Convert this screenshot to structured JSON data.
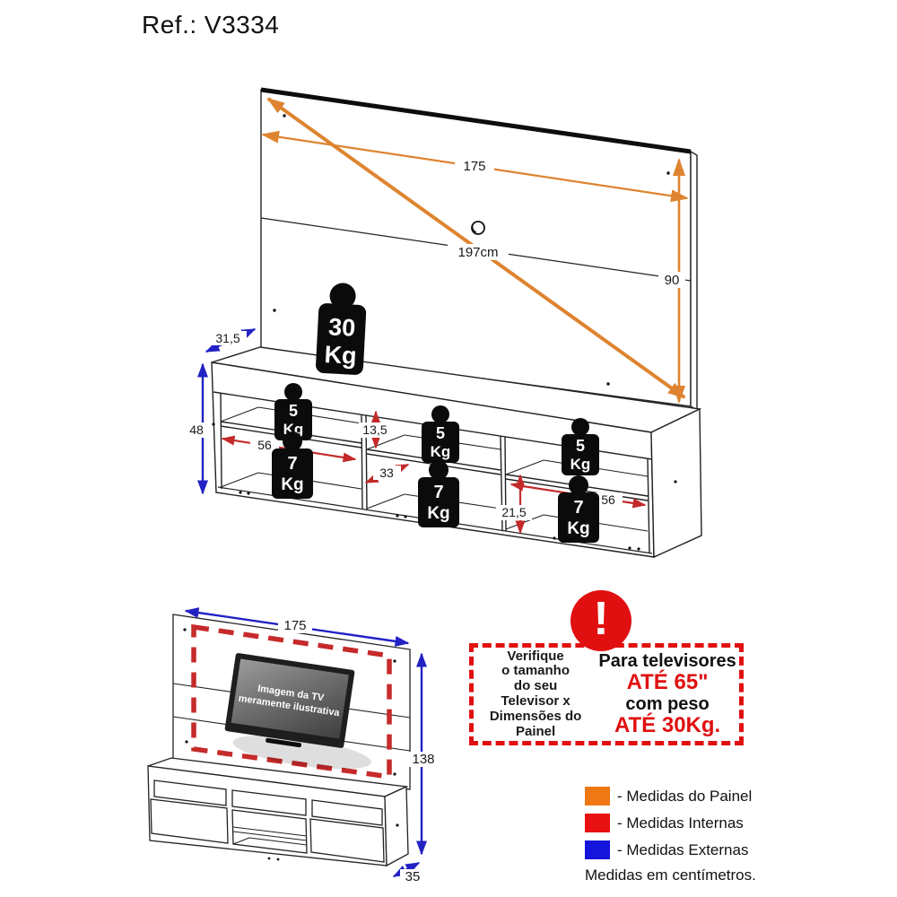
{
  "title": "Ref.: V3334",
  "top_diagram": {
    "panel_dims": {
      "width": "175",
      "diagonal": "197cm",
      "height": "90"
    },
    "external_dims": {
      "depth": "31,5",
      "height": "48"
    },
    "internal_dims": {
      "left_width": "56",
      "top_shelf_height": "13,5",
      "middle_depth": "33",
      "bottom_right_height": "21,5",
      "right_width": "56"
    },
    "weights": {
      "panel_max": {
        "value": "30",
        "unit": "Kg"
      },
      "top_shelf": {
        "value": "5",
        "unit": "Kg"
      },
      "bottom_shelf": {
        "value": "7",
        "unit": "Kg"
      }
    }
  },
  "bottom_diagram": {
    "dims": {
      "width": "175",
      "height": "138",
      "depth": "35"
    },
    "tv_caption": {
      "line1": "Imagem da TV",
      "line2": "meramente ilustrativa"
    }
  },
  "warning": {
    "exclamation": "!",
    "check_lines": [
      "Verifique",
      "o tamanho",
      "do seu",
      "Televisor x",
      "Dimensões do Painel"
    ],
    "spec_lines": [
      {
        "text": "Para televisores"
      },
      {
        "text": "ATÉ 65\""
      },
      {
        "text": "com peso"
      },
      {
        "text": "ATÉ 30Kg."
      }
    ]
  },
  "legend": {
    "items": [
      {
        "color": "#F07814",
        "label": "- Medidas do Painel"
      },
      {
        "color": "#E81010",
        "label": "- Medidas Internas"
      },
      {
        "color": "#1414DC",
        "label": "- Medidas Externas"
      }
    ],
    "footnote": "Medidas em centímetros."
  },
  "colors": {
    "panel_dim_arrows": "#DE8430",
    "internal_dim_arrows": "#C42A2A",
    "external_dim_arrows": "#2222C4",
    "warning_red": "#E01010"
  }
}
